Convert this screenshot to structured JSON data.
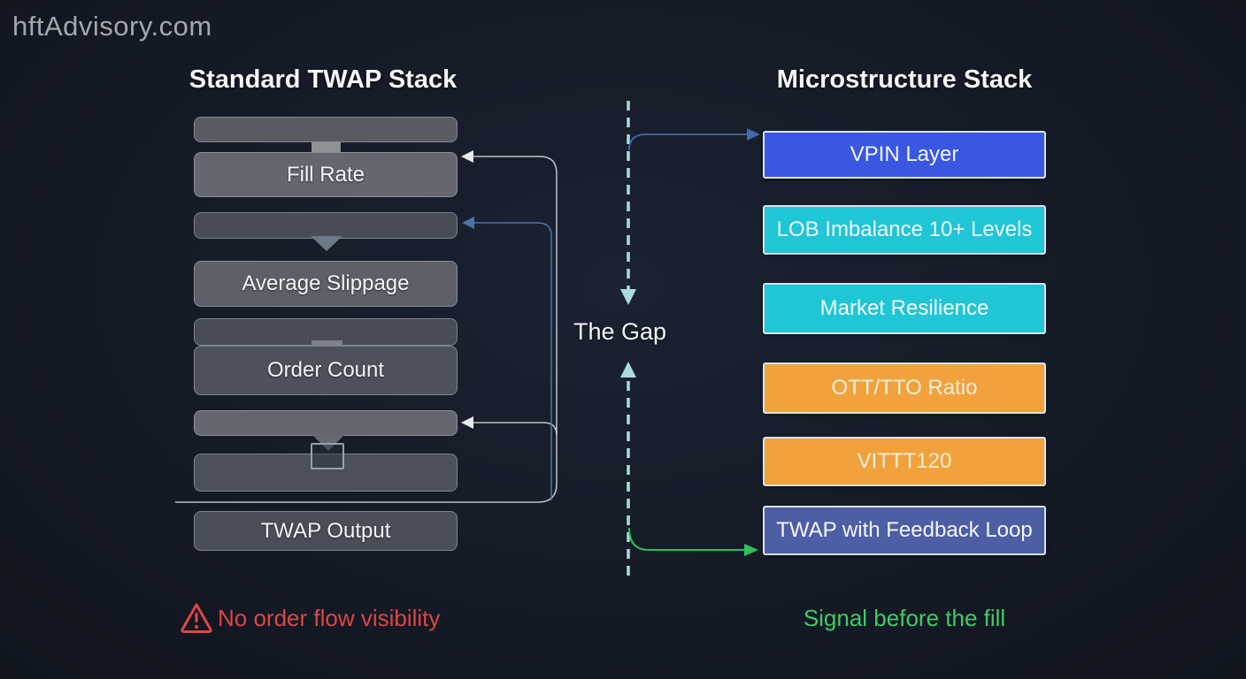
{
  "watermark": "hftAdvisory.com",
  "left_panel": {
    "title": "Standard TWAP Stack",
    "boxes": [
      {
        "label": ""
      },
      {
        "label": "Fill Rate"
      },
      {
        "label": ""
      },
      {
        "label": "Average Slippage"
      },
      {
        "label": ""
      },
      {
        "label": "Order Count"
      },
      {
        "label": ""
      },
      {
        "label": ""
      },
      {
        "label": "TWAP Output"
      }
    ],
    "warning_text": "No order flow visibility"
  },
  "gap": {
    "label": "The Gap"
  },
  "right_panel": {
    "title": "Microstructure Stack",
    "boxes": [
      {
        "label": "VPIN Layer",
        "color": "#3a57e4"
      },
      {
        "label": "LOB Imbalance 10+ Levels",
        "color": "#1ec6d6"
      },
      {
        "label": "Market Resilience",
        "color": "#1ec6d6"
      },
      {
        "label": "OTT/TTO Ratio",
        "color": "#f2a23d"
      },
      {
        "label": "VITTT120",
        "color": "#f2a23d"
      },
      {
        "label": "TWAP with Feedback Loop",
        "color": "#4d5ea5"
      }
    ],
    "footer_text": "Signal before the fill"
  },
  "colors": {
    "warning": "#e04545",
    "success": "#3ccd66",
    "dashed_line": "#a9dcdc",
    "blue_arrow": "#3e6ca6",
    "green_arrow": "#2ebe5c",
    "white_line": "#d9dde2"
  }
}
